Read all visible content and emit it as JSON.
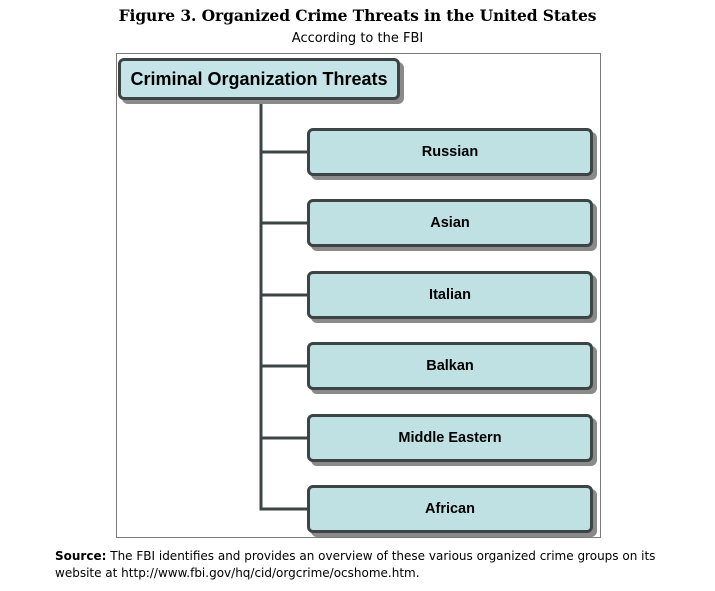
{
  "figure": {
    "title": "Figure 3. Organized Crime Threats in the United States",
    "subtitle": "According to the FBI"
  },
  "diagram": {
    "root": "Criminal Organization Threats",
    "children": [
      "Russian",
      "Asian",
      "Italian",
      "Balkan",
      "Middle Eastern",
      "African"
    ],
    "colors": {
      "box_fill": "#bfe1e3",
      "box_border": "#3d4544",
      "connector": "#3d4544",
      "shadow": "#8a8a8a"
    }
  },
  "source": {
    "label": "Source:",
    "text": "The FBI identifies and provides an overview of these various organized crime groups on its website at http://www.fbi.gov/hq/cid/orgcrime/ocshome.htm."
  }
}
